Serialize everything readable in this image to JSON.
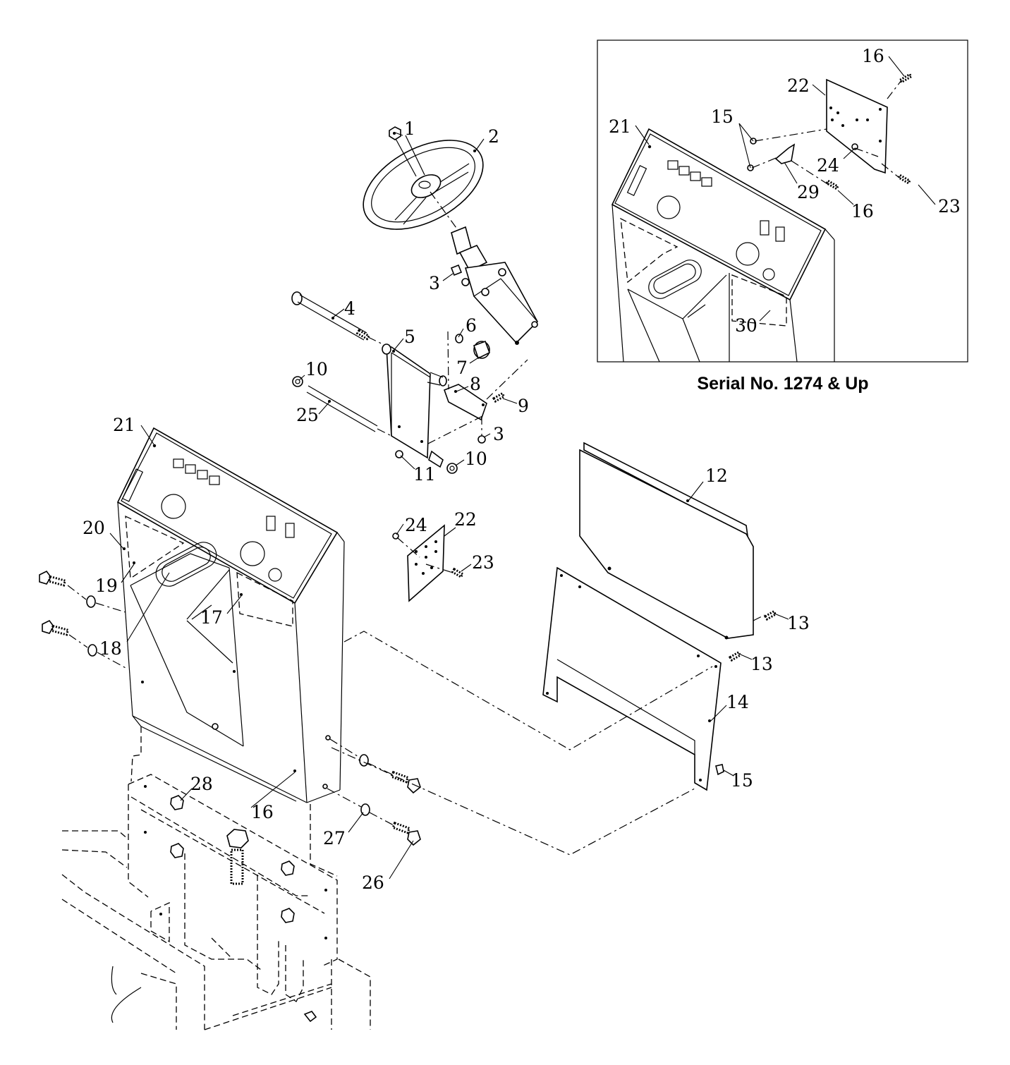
{
  "inset": {
    "caption": "Serial No. 1274 & Up",
    "callouts": {
      "c16a": "16",
      "c22": "22",
      "c21": "21",
      "c15": "15",
      "c24": "24",
      "c29": "29",
      "c16b": "16",
      "c23": "23",
      "c30": "30"
    }
  },
  "main": {
    "callouts": {
      "c1": "1",
      "c2": "2",
      "c3a": "3",
      "c4": "4",
      "c5": "5",
      "c6": "6",
      "c7": "7",
      "c8": "8",
      "c9": "9",
      "c3b": "3",
      "c10a": "10",
      "c25": "25",
      "c11": "11",
      "c10b": "10",
      "c21": "21",
      "c12": "12",
      "c24": "24",
      "c22": "22",
      "c23": "23",
      "c20": "20",
      "c19": "19",
      "c17": "17",
      "c18": "18",
      "c13a": "13",
      "c13b": "13",
      "c14": "14",
      "c28": "28",
      "c16": "16",
      "c15": "15",
      "c27": "27",
      "c26": "26"
    }
  }
}
